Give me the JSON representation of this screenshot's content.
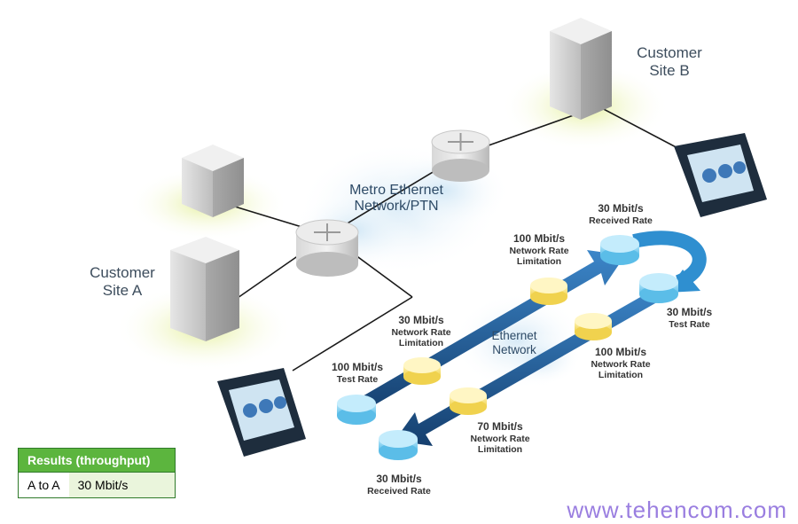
{
  "sites": {
    "site_b": {
      "line1": "Customer",
      "line2": "Site B"
    },
    "site_a": {
      "line1": "Customer",
      "line2": "Site A"
    }
  },
  "clouds": {
    "metro": {
      "line1": "Metro Ethernet",
      "line2": "Network/PTN"
    },
    "ethernet": {
      "line1": "Ethernet",
      "line2": "Network"
    }
  },
  "rates": {
    "test_rate_a": {
      "value": "100 Mbit/s",
      "label": "Test Rate"
    },
    "limit_a_up": {
      "value": "30 Mbit/s",
      "label1": "Network Rate",
      "label2": "Limitation"
    },
    "limit_b_up": {
      "value": "100 Mbit/s",
      "label1": "Network Rate",
      "label2": "Limitation"
    },
    "received_b": {
      "value": "30 Mbit/s",
      "label": "Received Rate"
    },
    "test_rate_b": {
      "value": "30 Mbit/s",
      "label": "Test Rate"
    },
    "limit_b_down": {
      "value": "100 Mbit/s",
      "label1": "Network Rate",
      "label2": "Limitation"
    },
    "limit_a_down": {
      "value": "70 Mbit/s",
      "label1": "Network Rate",
      "label2": "Limitation"
    },
    "received_a": {
      "value": "30 Mbit/s",
      "label": "Received Rate"
    }
  },
  "results": {
    "header": "Results (throughput)",
    "row_label": "A to A",
    "row_value": "30 Mbit/s"
  },
  "watermark": "www.tehencom.com",
  "colors": {
    "arrow": "#1f5d96",
    "disk_blue": "#7fd0f2",
    "disk_yellow": "#f6e27a",
    "results_header": "#5cb53e",
    "watermark": "#9a7ee0"
  }
}
